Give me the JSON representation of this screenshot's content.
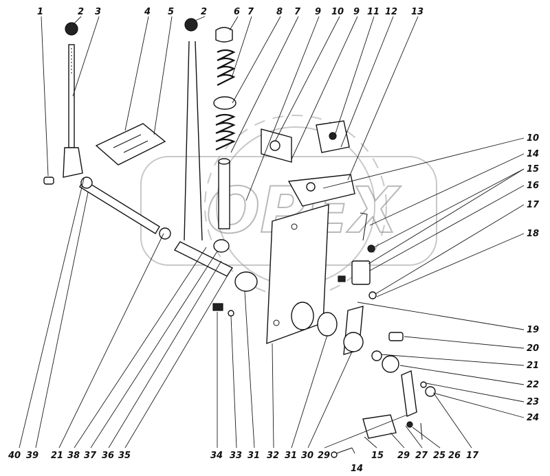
{
  "figure": {
    "watermark_text": "OPEX",
    "callouts_top": [
      "1",
      "2",
      "3",
      "4",
      "5",
      "2",
      "6",
      "7",
      "8",
      "7",
      "9",
      "10",
      "9",
      "11",
      "12",
      "13"
    ],
    "callouts_right": [
      "10",
      "14",
      "15",
      "16",
      "17",
      "18",
      "19",
      "20",
      "21",
      "22",
      "23",
      "24"
    ],
    "callouts_bottom": [
      "40",
      "39",
      "21",
      "38",
      "37",
      "36",
      "35",
      "34",
      "33",
      "31",
      "32",
      "31",
      "30",
      "29",
      "14",
      "15",
      "29",
      "27",
      "25",
      "17"
    ],
    "callout_bottom_extra": "26"
  }
}
